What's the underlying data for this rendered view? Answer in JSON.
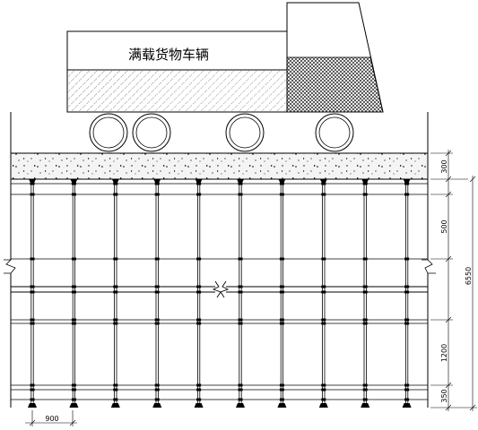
{
  "truck": {
    "label": "满载货物车辆"
  },
  "dimensions": {
    "slab_thickness": "300",
    "upper_step": "500",
    "total_height": "6550",
    "lower_step": "1200",
    "sweep_height": "350",
    "column_spacing": "900"
  },
  "scaffold": {
    "column_count": 10,
    "colors": {
      "line": "#000000",
      "slab_fill": "#f2f2f2",
      "hatch": "#000000"
    }
  }
}
